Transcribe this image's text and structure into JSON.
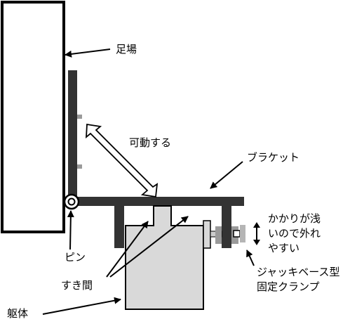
{
  "labels": {
    "scaffold": "足場",
    "movable": "可動する",
    "bracket": "ブラケット",
    "hook_shallow_line1": "かかりが浅",
    "hook_shallow_line2": "いので外れ",
    "hook_shallow_line3": "やすい",
    "pin": "ピン",
    "gap": "すき間",
    "jack_line1": "ジャッキベース型",
    "jack_line2": "固定クランプ",
    "body": "躯体"
  },
  "colors": {
    "line": "#000000",
    "bracket": "#333333",
    "body_fill": "#d9d9d9",
    "clamp_fill": "#cccccc",
    "hinge_gray": "#9a9a9a",
    "background": "#ffffff"
  },
  "icons": {
    "movable": "double-headed-diagonal-arrow",
    "hook": "double-headed-vertical-arrow"
  }
}
